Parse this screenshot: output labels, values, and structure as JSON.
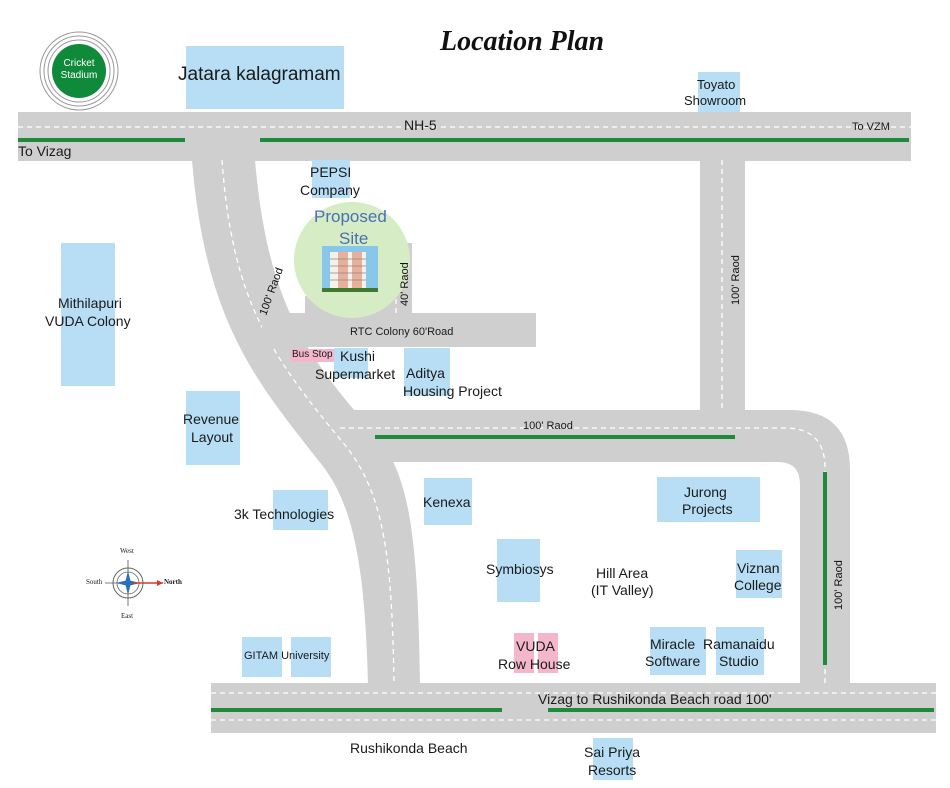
{
  "title": "Location Plan",
  "cricket_stadium": "Cricket Stadium",
  "colors": {
    "road": "#cfcfcf",
    "green_line": "#1f8a3b",
    "block": "#b7def5",
    "site_circle": "#d5ecc4",
    "stadium": "#0f8a3a",
    "bus_stop": "#f4b6cb"
  },
  "roads": {
    "nh5": "NH-5",
    "to_vizag": "To Vizag",
    "to_vzm": "To VZM",
    "rtc_colony": "RTC Colony 60'Road",
    "raod_100_diag": "100' Raod",
    "raod_100_horizontal": "100' Raod",
    "raod_100_right": "100' Raod",
    "raod_100_far_right": "100' Raod",
    "raod_40": "40' Raod",
    "beach_road": "Vizag to Rushikonda Beach road 100'"
  },
  "places": {
    "jatara": "Jatara kalagramam",
    "toyota_1": "Toyato",
    "toyota_2": "Showroom",
    "pepsi_1": "PEPSI",
    "pepsi_2": "Company",
    "proposed_1": "Proposed",
    "proposed_2": "Site",
    "mithilapuri_1": "Mithilapuri",
    "mithilapuri_2": "VUDA Colony",
    "bus_stop": "Bus Stop",
    "kushi_1": "Kushi",
    "kushi_2": "Supermarket",
    "aditya_1": "Aditya",
    "aditya_2": "Housing Project",
    "revenue_1": "Revenue",
    "revenue_2": "Layout",
    "tech3k": "3k Technologies",
    "kenexa": "Kenexa",
    "jurong_1": "Jurong",
    "jurong_2": "Projects",
    "symbiosys": "Symbiosys",
    "hill_1": "Hill Area",
    "hill_2": "(IT Valley)",
    "viznan_1": "Viznan",
    "viznan_2": "College",
    "gitam": "GITAM University",
    "vuda_1": "VUDA",
    "vuda_2": "Row House",
    "miracle_1": "Miracle",
    "miracle_2": "Software",
    "ramanaidu_1": "Ramanaidu",
    "ramanaidu_2": "Studio",
    "rushikonda": "Rushikonda Beach",
    "saipriya_1": "Sai Priya",
    "saipriya_2": "Resorts"
  },
  "compass": {
    "west": "West",
    "east": "East",
    "south": "South",
    "north": "North"
  }
}
